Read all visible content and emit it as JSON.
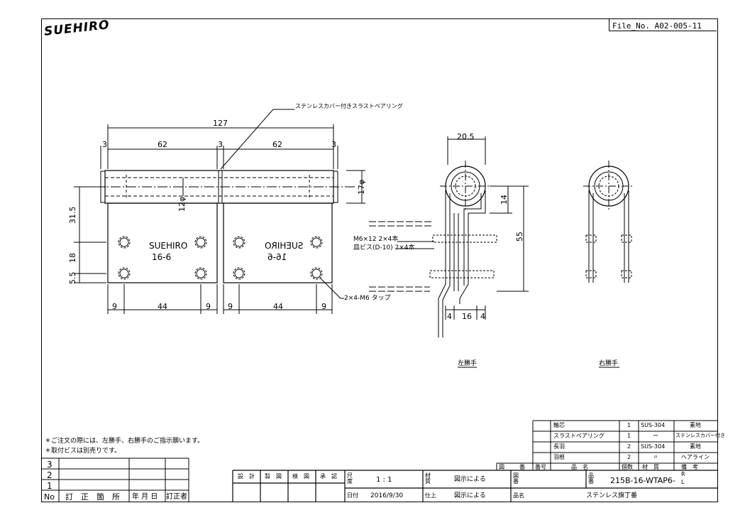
{
  "logo": "SUEHIRO",
  "file_no": "File_No. A02-005-11",
  "callouts": {
    "bearing_cover": "ステンレスカバー付きスラストベアリング",
    "tap": "2×4-M6 タップ",
    "screw1": "M6×12 2×4本",
    "screw2": "皿ビス(D-10) 2×4本"
  },
  "dims": {
    "overall": "127",
    "leaf1": "62",
    "leaf2": "62",
    "gap_left": "3",
    "gap_mid": "3",
    "gap_right": "3",
    "pin_dia": "12φ",
    "barrel_dia": "17φ",
    "h1": "31.5",
    "h2": "18",
    "h3": "5.5",
    "b9a": "9",
    "b44a": "44",
    "b9b": "9",
    "b9c": "9",
    "b44b": "44",
    "b9d": "9",
    "side_top": "20.5",
    "side_14": "14",
    "side_55": "55",
    "side_4a": "4",
    "side_16": "16",
    "side_4b": "4"
  },
  "leaf_text": {
    "left_brand": "SUEHIRO",
    "left_model": "16-6",
    "right_brand": "SUEHIRO",
    "right_model": "16-6"
  },
  "view_labels": {
    "left_hand": "左勝手",
    "right_hand": "右勝手"
  },
  "notes": [
    "＊ご注文の際には、左勝手、右勝手のご指示願います。",
    "＊取付ビスは別売りです。"
  ],
  "parts": [
    {
      "name": "軸芯",
      "qty": "1",
      "material": "SUS-304",
      "finish": "素地"
    },
    {
      "name": "スラストベアリング",
      "qty": "1",
      "material": "ー",
      "finish": "ステンレスカバー付き"
    },
    {
      "name": "長羽",
      "qty": "2",
      "material": "SUS-304",
      "finish": "素地"
    },
    {
      "name": "羽根",
      "qty": "2",
      "material": "〃",
      "finish": "ヘアライン"
    }
  ],
  "parts_header": {
    "zu": "図",
    "ban": "番",
    "no": "番号",
    "name": "品　名",
    "qty": "個数",
    "material": "材　質",
    "note": "備　考"
  },
  "revision": {
    "rows": [
      "3",
      "2",
      "1"
    ],
    "headers": [
      "No",
      "訂　正　箇　所",
      "年 月 日",
      "訂正者"
    ]
  },
  "title_block": {
    "design": "設　計",
    "draft": "製　図",
    "check": "検　図",
    "approve": "承　認",
    "scale_label": "尺度",
    "scale": "1 : 1",
    "material_label": "材質",
    "material": "図示による",
    "drawing_no_label": "図番",
    "part_no_label": "品番",
    "part_no": "215B-16-WTAP6-",
    "part_no_r": "R",
    "part_no_l": "L",
    "date_label": "日付",
    "date": "2016/9/30",
    "finish_label": "仕上",
    "finish": "図示による",
    "name_label": "品名",
    "name": "ステンレス旗丁番"
  }
}
